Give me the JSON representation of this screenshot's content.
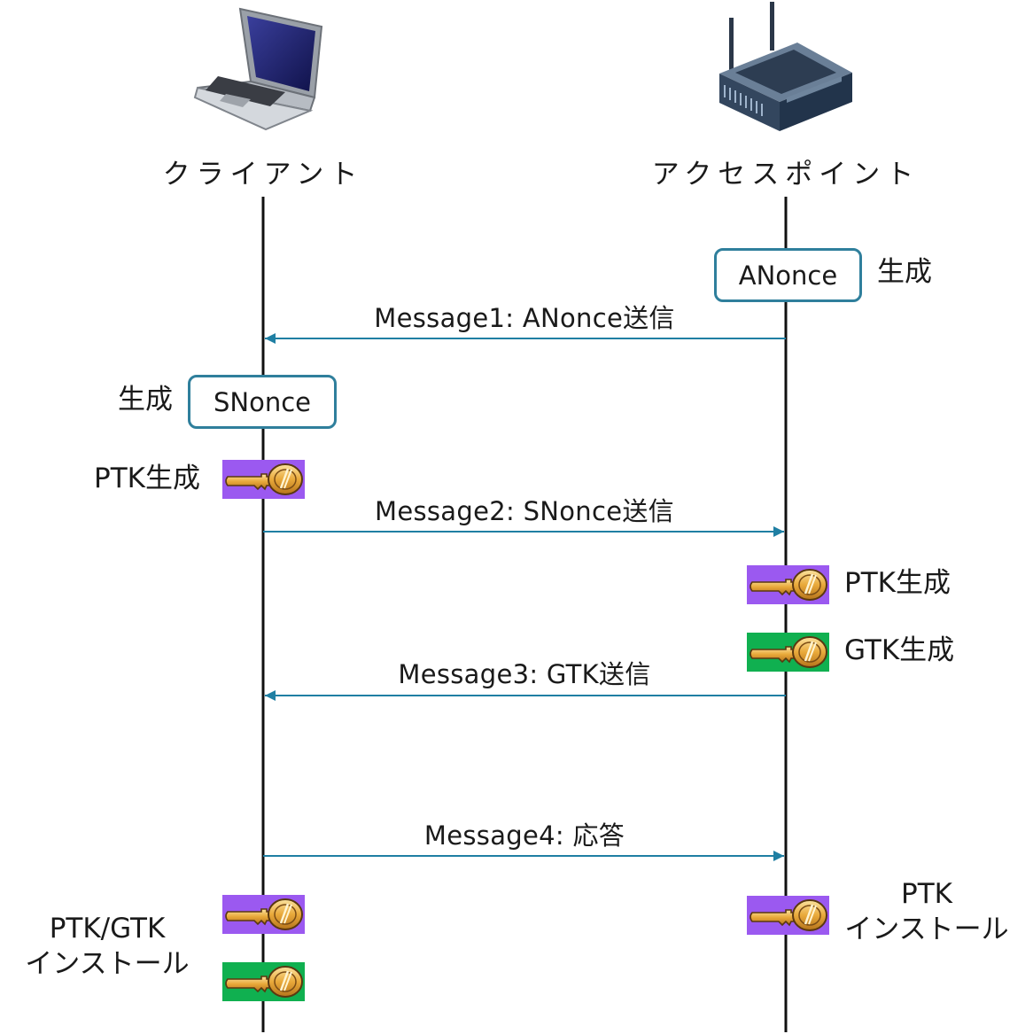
{
  "actors": {
    "client": {
      "label": "クライアント",
      "icon": "laptop-icon"
    },
    "access_point": {
      "label": "アクセスポイント",
      "icon": "router-icon"
    }
  },
  "nonces": {
    "anonce": {
      "label": "ANonce",
      "note": "生成"
    },
    "snonce": {
      "label": "SNonce",
      "note": "生成"
    }
  },
  "messages": [
    {
      "label": "Message1: ANonce送信",
      "direction": "ap-to-client"
    },
    {
      "label": "Message2: SNonce送信",
      "direction": "client-to-ap"
    },
    {
      "label": "Message3: GTK送信",
      "direction": "ap-to-client"
    },
    {
      "label": "Message4: 応答",
      "direction": "client-to-ap"
    }
  ],
  "key_labels": {
    "client_ptk_gen": "PTK生成",
    "ap_ptk_gen": "PTK生成",
    "ap_gtk_gen": "GTK生成",
    "client_install_line1": "PTK/GTK",
    "client_install_line2": "インストール",
    "ap_install_line1": "PTK",
    "ap_install_line2": "インストール"
  },
  "colors": {
    "arrow": "#1f7fa3",
    "nonce_border": "#2f7f9c",
    "ptk_key_bg": "#9b59f0",
    "gtk_key_bg": "#10b050",
    "lifeline": "#111111"
  }
}
